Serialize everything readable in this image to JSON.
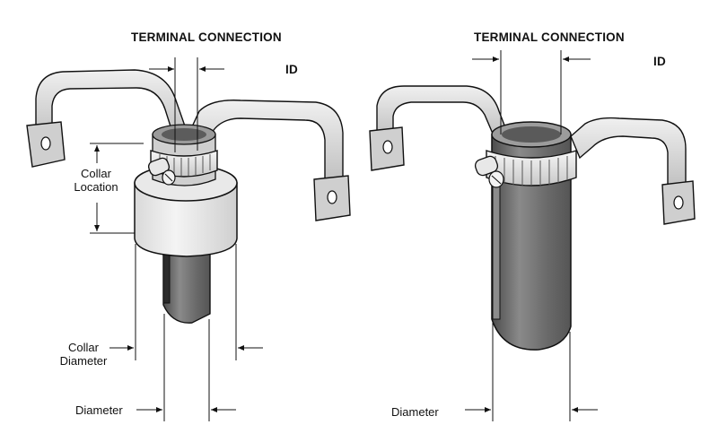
{
  "left_heater": {
    "terminal_label": "TERMINAL CONNECTION",
    "id_label": "ID",
    "collar_location_label": [
      "Collar",
      "Location"
    ],
    "collar_diameter_label": [
      "Collar",
      "Diameter"
    ],
    "diameter_label": "Diameter"
  },
  "right_heater": {
    "terminal_label": "TERMINAL CONNECTION",
    "id_label": "ID",
    "diameter_label": "Diameter"
  },
  "colors": {
    "line": "#111111",
    "tube_dark": "#6e6e6e",
    "strap_light": "#d8d8d8",
    "collar_light": "#efefef"
  }
}
